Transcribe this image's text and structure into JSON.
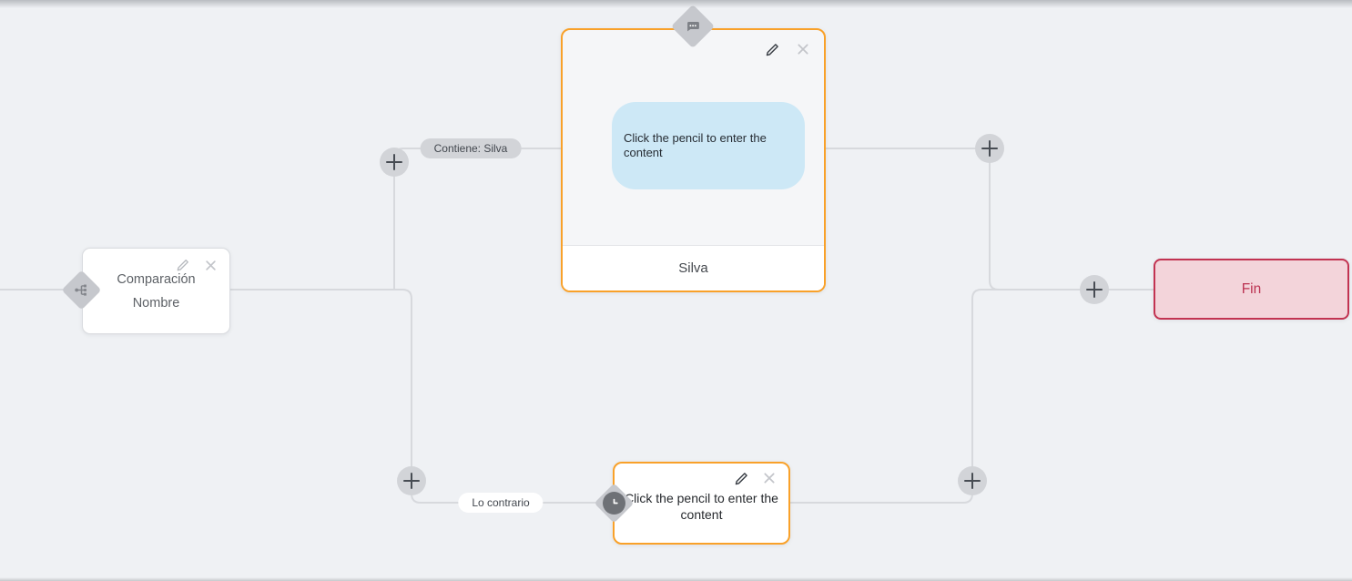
{
  "canvas": {
    "background_color": "#eff1f4",
    "edge_color": "#d7d9dd",
    "accent_orange": "#f9a129",
    "accent_red": "#c23351",
    "bubble_blue": "#cde8f6"
  },
  "nodes": {
    "condition": {
      "title_line1": "Comparación",
      "title_line2": "Nombre",
      "port_icon": "branch-icon"
    },
    "message": {
      "bubble_text": "Click the pencil to enter the content",
      "footer_text": "Silva",
      "port_icon": "chat-bubble-icon"
    },
    "wait": {
      "text": "Click the pencil to enter the content",
      "port_icon": "clock-icon"
    },
    "end": {
      "label": "Fin"
    }
  },
  "edge_labels": {
    "contains": "Contiene: Silva",
    "otherwise": "Lo contrario"
  },
  "icons": {
    "edit": "pencil-icon",
    "delete": "close-icon",
    "add": "plus-icon"
  }
}
